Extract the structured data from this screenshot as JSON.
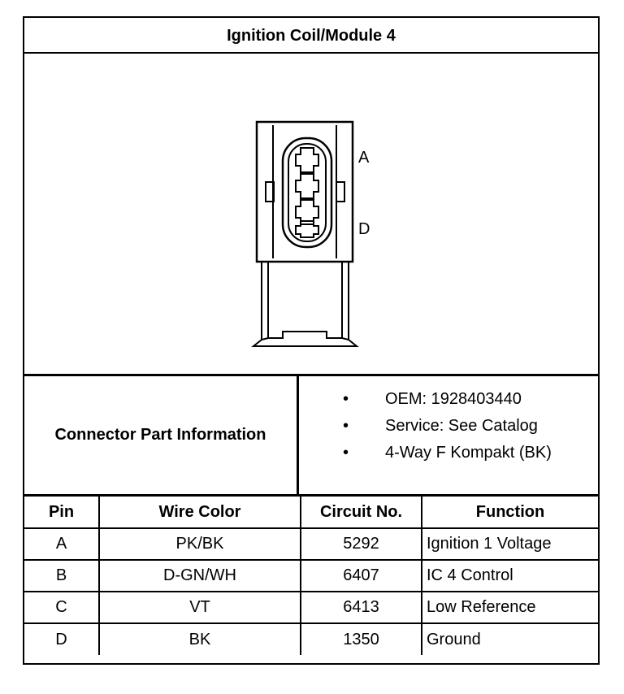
{
  "title": "Ignition Coil/Module 4",
  "diagram": {
    "pin_label_top": "A",
    "pin_label_bottom": "D"
  },
  "connector_info": {
    "label": "Connector Part Information",
    "items": [
      "OEM: 1928403440",
      "Service: See Catalog",
      "4-Way F Kompakt (BK)"
    ],
    "bullet": "•"
  },
  "pin_table": {
    "headers": [
      "Pin",
      "Wire Color",
      "Circuit No.",
      "Function"
    ],
    "rows": [
      [
        "A",
        "PK/BK",
        "5292",
        "Ignition 1 Voltage"
      ],
      [
        "B",
        "D-GN/WH",
        "6407",
        "IC 4 Control"
      ],
      [
        "C",
        "VT",
        "6413",
        "Low Reference"
      ],
      [
        "D",
        "BK",
        "1350",
        "Ground"
      ]
    ]
  }
}
